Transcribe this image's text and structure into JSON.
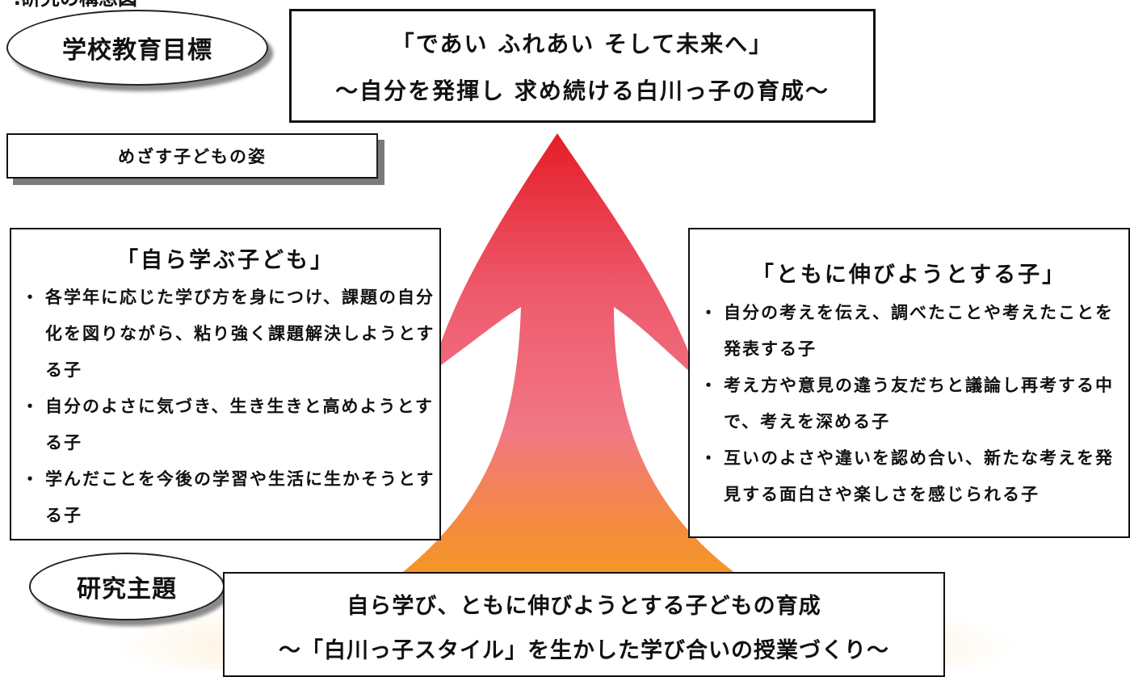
{
  "header_fragment": "  .研究の構想図",
  "school_goal": {
    "label": "学校教育目標",
    "line1": "「であい ふれあい そして未来へ」",
    "line2": "～自分を発揮し 求め続ける白川っ子の育成～"
  },
  "target_child_label": "めざす子どもの姿",
  "left_box": {
    "title": "「自ら学ぶ子ども」",
    "items": [
      "各学年に応じた学び方を身につけ、課題の自分化を図りながら、粘り強く課題解決しようとする子",
      "自分のよさに気づき、生き生きと高めようとする子",
      "学んだことを今後の学習や生活に生かそうとする子"
    ]
  },
  "right_box": {
    "title": "「ともに伸びようとする子」",
    "items": [
      "自分の考えを伝え、調べたことや考えたことを発表する子",
      "考え方や意見の違う友だちと議論し再考する中で、考えを深める子",
      "互いのよさや違いを認め合い、新たな考えを発見する面白さや楽しさを感じられる子"
    ]
  },
  "research": {
    "label": "研究主題",
    "line1": "自ら学び、ともに伸びようとする子どもの育成",
    "line2": "～「白川っ子スタイル」を生かした学び合いの授業づくり～"
  },
  "bullet_glyph": "・",
  "colors": {
    "arrow_top": "#e8202a",
    "arrow_mid": "#f07080",
    "arrow_bottom": "#f49a1e",
    "shadow": "#7a7a7a"
  }
}
